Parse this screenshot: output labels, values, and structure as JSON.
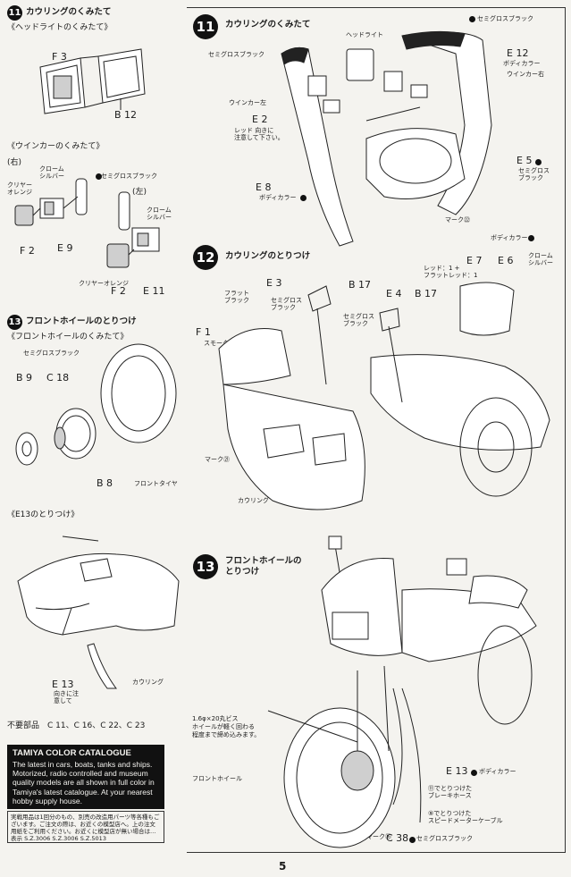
{
  "left": {
    "step11": {
      "num": "11",
      "title": "カウリングのくみたて",
      "headlight_title": "《ヘッドライトのくみたて》",
      "part_f3": "F 3",
      "part_b12": "B 12",
      "winker_title": "《ウインカーのくみたて》",
      "right_label": "(右)",
      "left_label": "(左)",
      "chrome_silver": "クローム\nシルバー",
      "semigloss_black": "セミグロスブラック",
      "clear_orange": "クリヤー\nオレンジ",
      "clear_orange2": "クリヤーオレンジ",
      "part_e9": "E 9",
      "part_f2a": "F 2",
      "part_f2b": "F 2",
      "part_e11": "E 11"
    },
    "step13": {
      "num": "13",
      "title": "フロントホイールのとりつけ",
      "sub": "《フロントホイールのくみたて》",
      "semigloss_black": "セミグロスブラック",
      "part_b9": "B 9",
      "part_c18": "C 18",
      "part_b8": "B 8",
      "front_tire": "フロントタイヤ"
    },
    "e13": {
      "title": "《E13のとりつけ》",
      "part": "E 13",
      "note": "向きに注\n意して",
      "cowling": "カウリング"
    },
    "unneeded": "不要部品　C 11、C 16、C 22、C 23",
    "catalogue": {
      "title": "TAMIYA COLOR CATALOGUE",
      "body": "The latest in cars, boats, tanks and ships. Motorized, radio controlled and museum quality models are all shown in full color in Tamiya's latest catalogue. At your nearest hobby supply house."
    },
    "notice": "実戦用品は1回分のもの、別売の改造用パーツ等各種もございます。ご注文の際は、お近くの模型店へ。上の注文用紙をご利用ください。お近くに模型店が無い場合は… 表示 S.Z.3006 S.Z.3006 S.Z.5013"
  },
  "right": {
    "step11": {
      "num": "11",
      "title": "カウリングのくみたて",
      "semigloss_black_top": "セミグロスブラック",
      "headlight": "ヘッドライト",
      "semigloss_black_left": "セミグロスブラック",
      "e12": "E 12",
      "body_color": "ボディカラー",
      "winker_right": "ウインカー右",
      "winker_left": "ウインカー左",
      "e2": "E 2",
      "e2_note": "レッド 向きに\n注意して下さい。",
      "e5": "E 5",
      "e5_color": "セミグロス\nブラック",
      "e8": "E 8",
      "e8_color": "ボディカラー",
      "mark": "マーク㉒"
    },
    "step12": {
      "num": "12",
      "title": "カウリングのとりつけ",
      "body_color": "ボディカラー",
      "e7": "E 7",
      "e6": "E 6",
      "chrome_silver": "クローム\nシルバー",
      "red_note": "レッド：1 +\nフラットレッド：1",
      "e3": "E 3",
      "b17a": "B 17",
      "e4": "E 4",
      "b17b": "B 17",
      "flat_black": "フラット\nブラック",
      "semigloss_black": "セミグロス\nブラック",
      "semigloss_black2": "セミグロス\nブラック",
      "f1": "F 1",
      "smoke": "スモーク",
      "mark": "マーク㉑",
      "cowling": "カウリング"
    },
    "step13": {
      "num": "13",
      "title": "フロントホイールの\nとりつけ",
      "screw_note": "1.6φ×20丸ビス\nホイールが軽く回わる\n程度まで締め込みます。",
      "front_wheel": "フロントホイール",
      "e13": "E 13",
      "e13_color": "ボディカラー",
      "brake_hose": "⑪でとりつけた\nブレーキホース",
      "speedo_cable": "⑨でとりつけた\nスピードメーターケーブル",
      "mark": "マーク⑯",
      "c38": "C 38",
      "c38_color": "セミグロスブラック"
    }
  },
  "page_number": "5"
}
